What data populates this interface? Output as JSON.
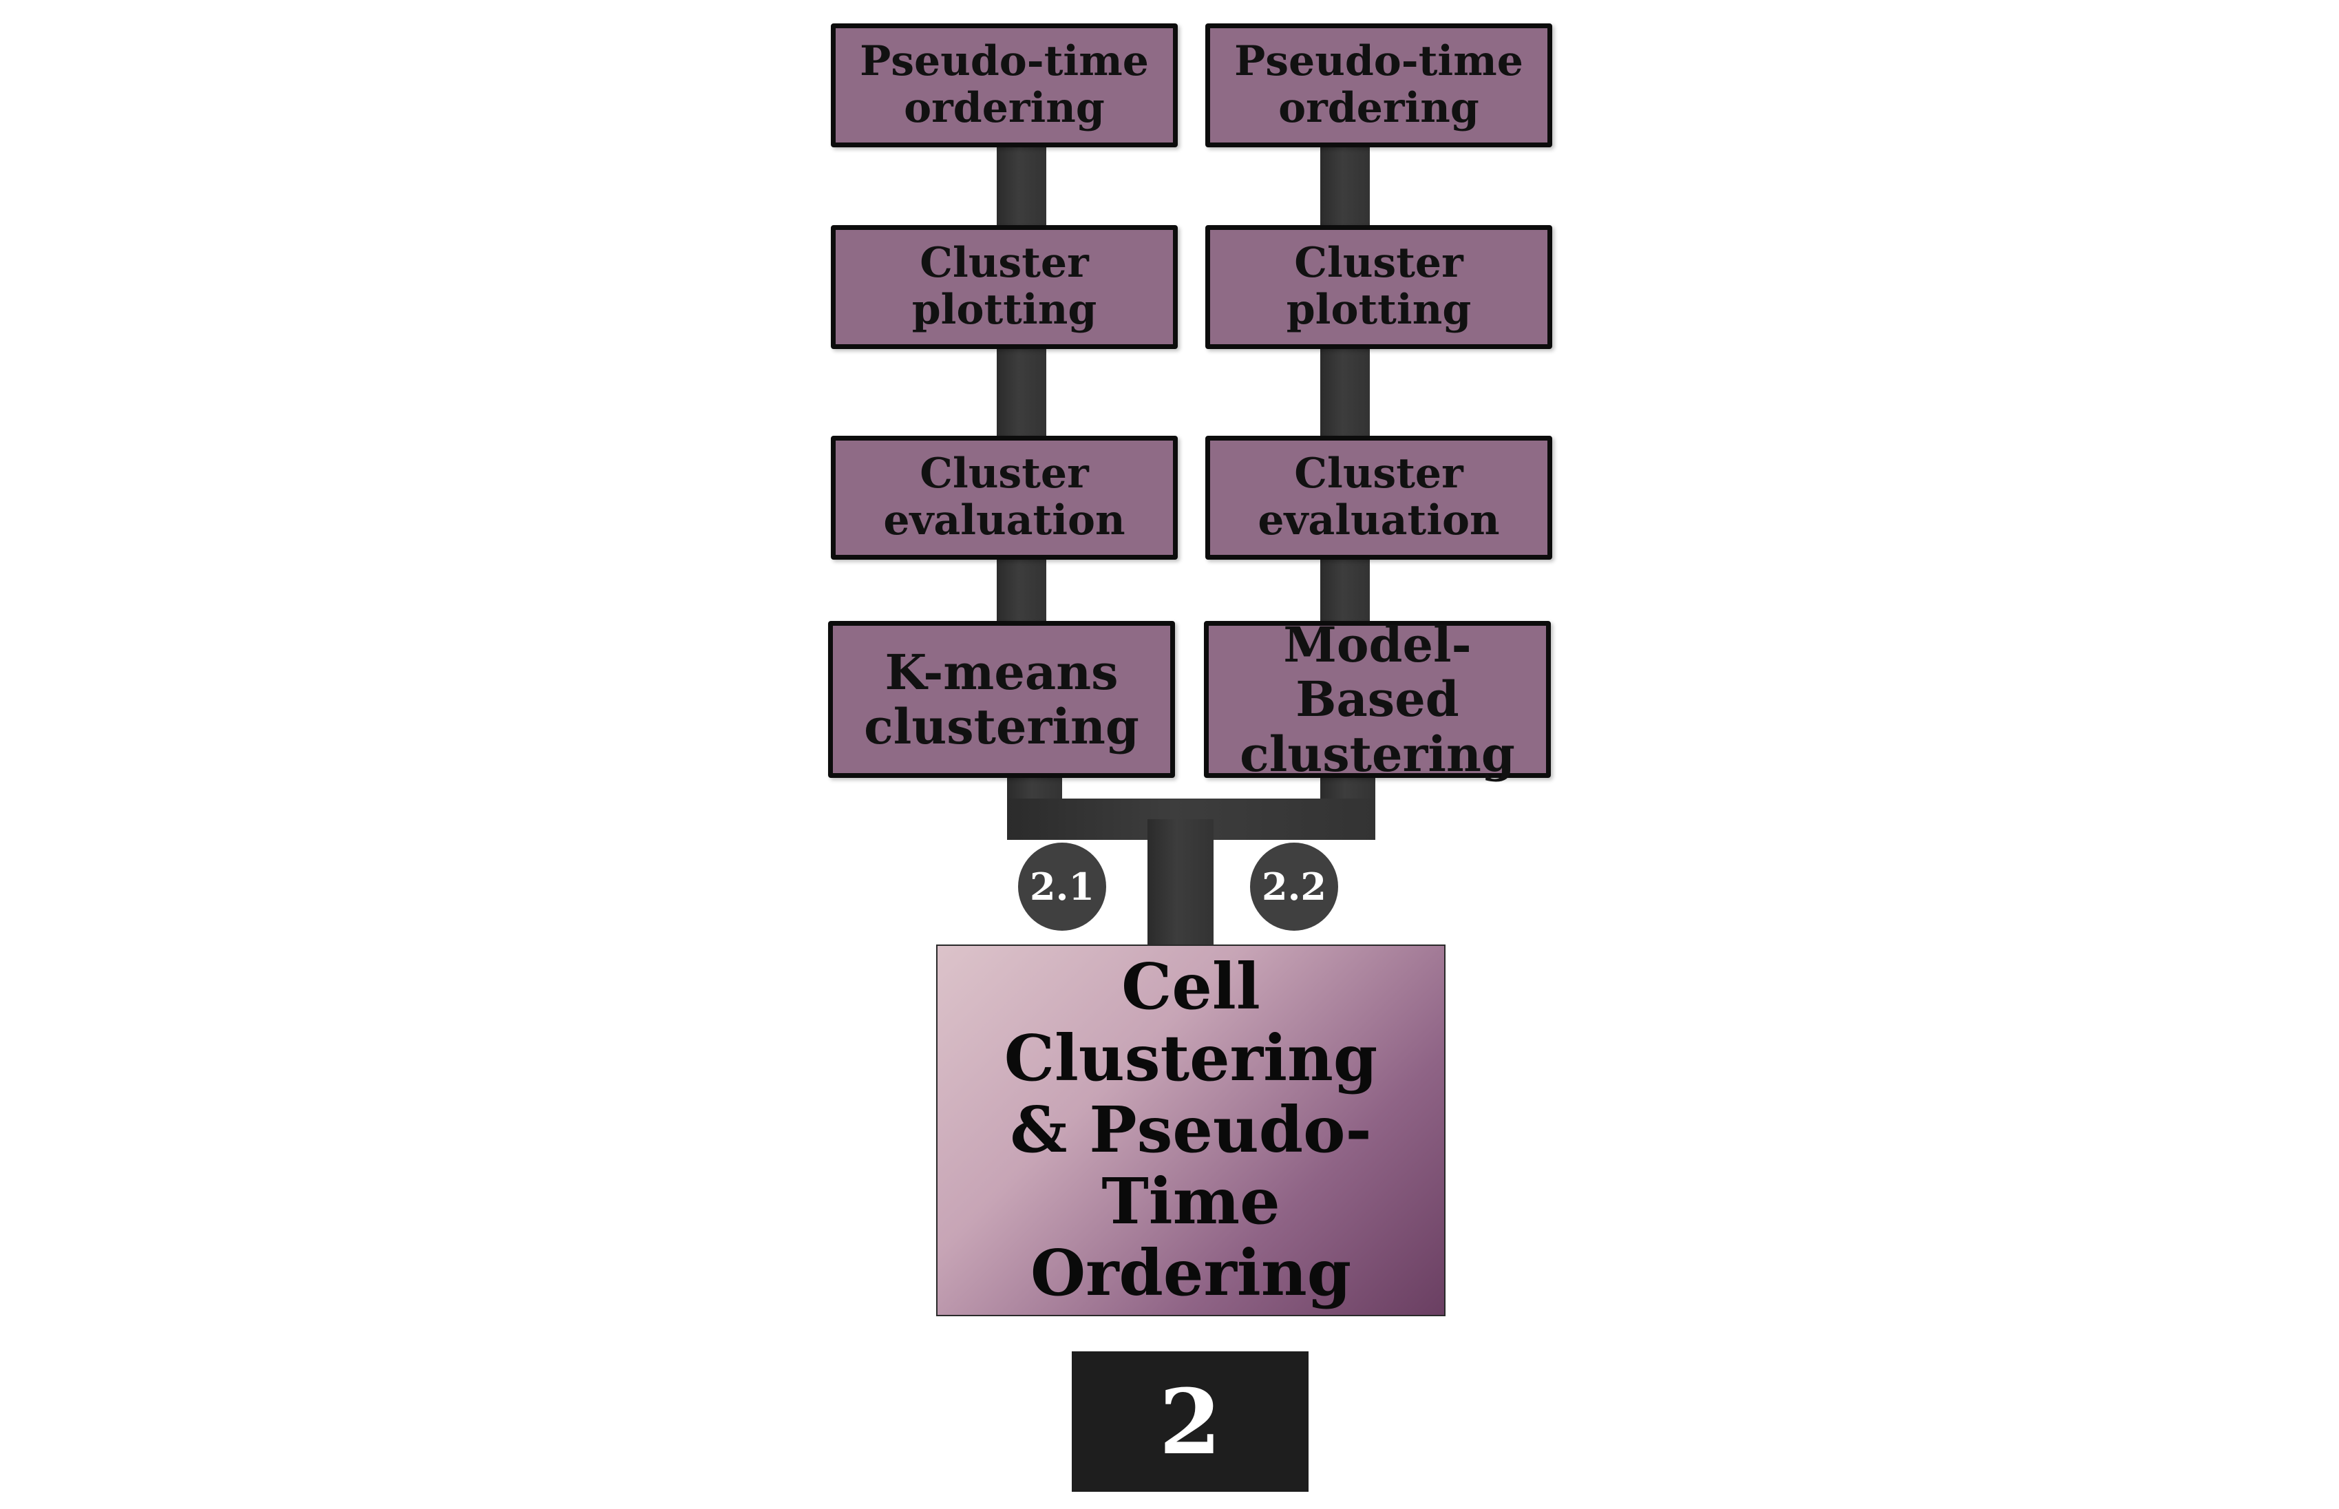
{
  "left_branch": {
    "steps": [
      "Pseudo-time\nordering",
      "Cluster\nplotting",
      "Cluster\nevaluation",
      "K-means\nclustering"
    ],
    "badge": "2.1"
  },
  "right_branch": {
    "steps": [
      "Pseudo-time\nordering",
      "Cluster\nplotting",
      "Cluster\nevaluation",
      "Model-Based\nclustering"
    ],
    "badge": "2.2"
  },
  "main_box": {
    "title": "Cell Clustering\n& Pseudo-Time\nOrdering"
  },
  "section_number": "2",
  "colors": {
    "step_fill": "#8f6b86",
    "connector": "#3a3a3a",
    "badge_fill": "#404040",
    "number_box": "#1e1e1e"
  }
}
